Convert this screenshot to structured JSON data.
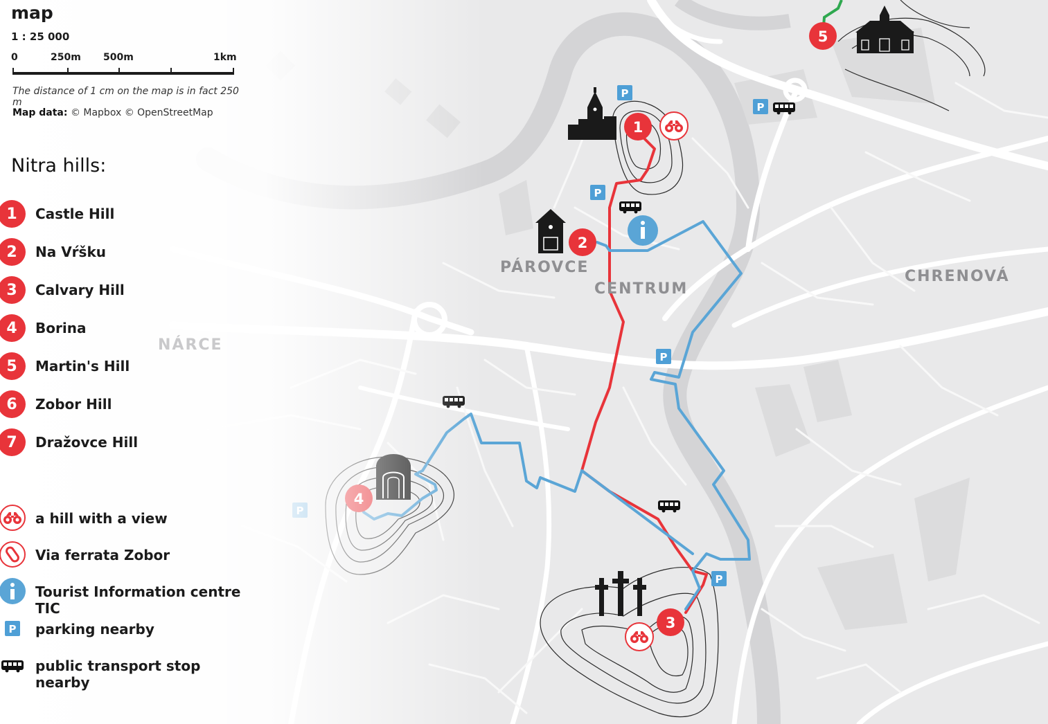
{
  "legend": {
    "title": "map",
    "scale": "1 : 25 000",
    "scale_ticks": [
      "0",
      "250m",
      "500m",
      "1km"
    ],
    "scale_note": "The distance of 1 cm on the map is in fact 250 m",
    "credit_label": "Map data:",
    "credit_text": "© Mapbox © OpenStreetMap",
    "hills_heading": "Nitra hills:",
    "hills": [
      {
        "number": "1",
        "name": "Castle Hill"
      },
      {
        "number": "2",
        "name": "Na Vŕšku"
      },
      {
        "number": "3",
        "name": "Calvary Hill"
      },
      {
        "number": "4",
        "name": "Borina"
      },
      {
        "number": "5",
        "name": "Martin's Hill"
      },
      {
        "number": "6",
        "name": "Zobor Hill"
      },
      {
        "number": "7",
        "name": "Dražovce Hill"
      }
    ],
    "symbols": [
      {
        "icon": "binoculars-icon",
        "label": "a hill with a view"
      },
      {
        "icon": "carabiner-icon",
        "label": "Via ferrata Zobor"
      },
      {
        "icon": "info-icon",
        "label": "Tourist Information centre TIC"
      },
      {
        "icon": "parking-icon",
        "label": "parking nearby"
      },
      {
        "icon": "bus-icon",
        "label": "public transport stop nearby"
      }
    ]
  },
  "map": {
    "districts": [
      "PÁROVCE",
      "CENTRUM",
      "CHRENOVÁ",
      "NÁRCE"
    ],
    "markers": [
      "1",
      "2",
      "3",
      "4",
      "5"
    ],
    "parking_letter": "P",
    "info_letter": "i",
    "colors": {
      "hill_red": "#e8343a",
      "route_red": "#e8343a",
      "route_blue": "#5aa5d6",
      "route_green": "#2fa84f",
      "parking_blue": "#4e9fd6",
      "info_blue": "#5aa5d6",
      "road_white": "#ffffff",
      "land_gray": "#e9e9ea",
      "district_label": "#8f8f92"
    }
  }
}
